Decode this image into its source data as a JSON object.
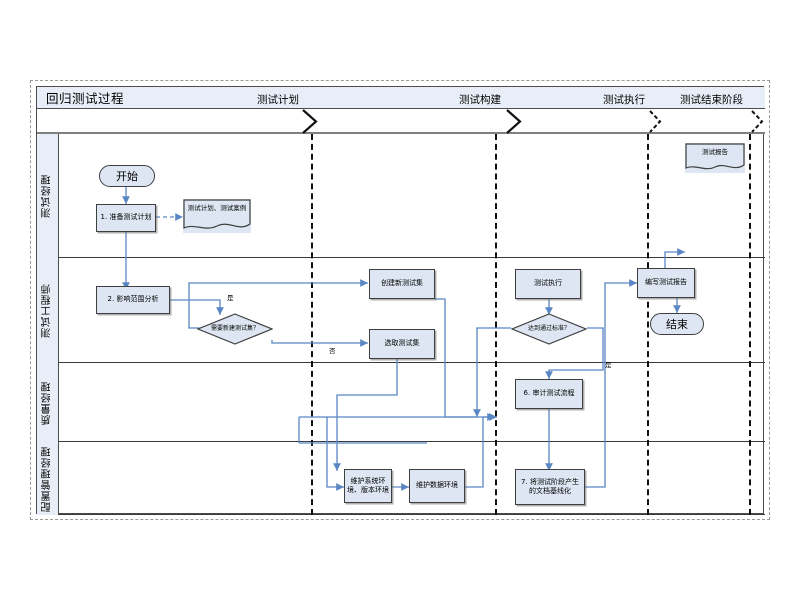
{
  "pool": {
    "title": "回归测试过程"
  },
  "phases": [
    {
      "label": "测试计划"
    },
    {
      "label": "测试构建"
    },
    {
      "label": "测试执行"
    },
    {
      "label": "测试结束阶段"
    }
  ],
  "lanes": [
    {
      "label": "测试经理"
    },
    {
      "label": "测试工程师"
    },
    {
      "label": "质量经理"
    },
    {
      "label": "配置管理经理"
    }
  ],
  "nodes": {
    "start": "开始",
    "prepare_plan": "1. 准备测试计划",
    "plan_doc": "测试计划、测试案例",
    "impact_analysis": "2. 影响范围分析",
    "need_new_set": "需要新建测试集？",
    "create_set": "创建新测试集",
    "select_set": "选取测试集",
    "test_exec": "测试执行",
    "pass_criteria": "达到通过标准？",
    "audit_process": "6. 审计测试流程",
    "maintain_env": "维护系统环境、版本环境",
    "maintain_data": "维护数据环境",
    "baseline_docs": "7. 将测试阶段产生的文档基线化",
    "write_report": "编写测试报告",
    "report_doc": "测试报告",
    "end": "结束"
  },
  "edge_labels": {
    "yes_new_set": "是",
    "no_new_set": "否",
    "yes_pass": "是"
  },
  "colors": {
    "shape_fill": "#dde6f2",
    "shape_stroke": "#3f3f3f",
    "lane_fill": "#e8eef7",
    "connector": "#5b86c4",
    "phase_divider": "#111111",
    "pool_border": "#4c4c4c"
  }
}
